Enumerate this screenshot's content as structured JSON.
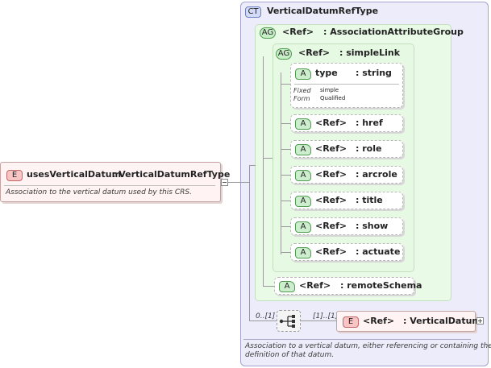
{
  "element": {
    "badge": "E",
    "name": "usesVerticalDatum",
    "type": ": VerticalDatumRefType",
    "doc": "Association to the vertical datum used by this CRS."
  },
  "complex_type": {
    "badge": "CT",
    "name": "VerticalDatumRefType",
    "doc_line1": "Association to a vertical datum, either referencing or containing the",
    "doc_line2": "definition of that datum."
  },
  "attribute_group": {
    "badge": "AG",
    "ref": "<Ref>",
    "name": ": AssociationAttributeGroup"
  },
  "simple_link": {
    "badge": "AG",
    "ref": "<Ref>",
    "name": ": simpleLink"
  },
  "type_attr": {
    "badge": "A",
    "name": "type",
    "type": ": string",
    "fixed_label": "Fixed",
    "fixed_value": "simple",
    "form_label": "Form",
    "form_value": "Qualified"
  },
  "ref_attrs": [
    {
      "badge": "A",
      "ref": "<Ref>",
      "name": ": href"
    },
    {
      "badge": "A",
      "ref": "<Ref>",
      "name": ": role"
    },
    {
      "badge": "A",
      "ref": "<Ref>",
      "name": ": arcrole"
    },
    {
      "badge": "A",
      "ref": "<Ref>",
      "name": ": title"
    },
    {
      "badge": "A",
      "ref": "<Ref>",
      "name": ": show"
    },
    {
      "badge": "A",
      "ref": "<Ref>",
      "name": ": actuate"
    }
  ],
  "remote_schema": {
    "badge": "A",
    "ref": "<Ref>",
    "name": ": remoteSchema"
  },
  "sequence": {
    "left_cardinality": "0..[1]",
    "right_cardinality": "[1]..[1]",
    "icon": "sequence-icon"
  },
  "vertical_datum": {
    "badge": "E",
    "ref": "<Ref>",
    "name": ": VerticalDatum"
  },
  "colors": {
    "ct_fill": "#ececfb",
    "ct_border": "#9a9ac8",
    "ag_fill": "#e9fbe6",
    "ag_border": "#b8dcb0",
    "element_fill": "#fff0f0",
    "element_border": "#c89a9a"
  }
}
